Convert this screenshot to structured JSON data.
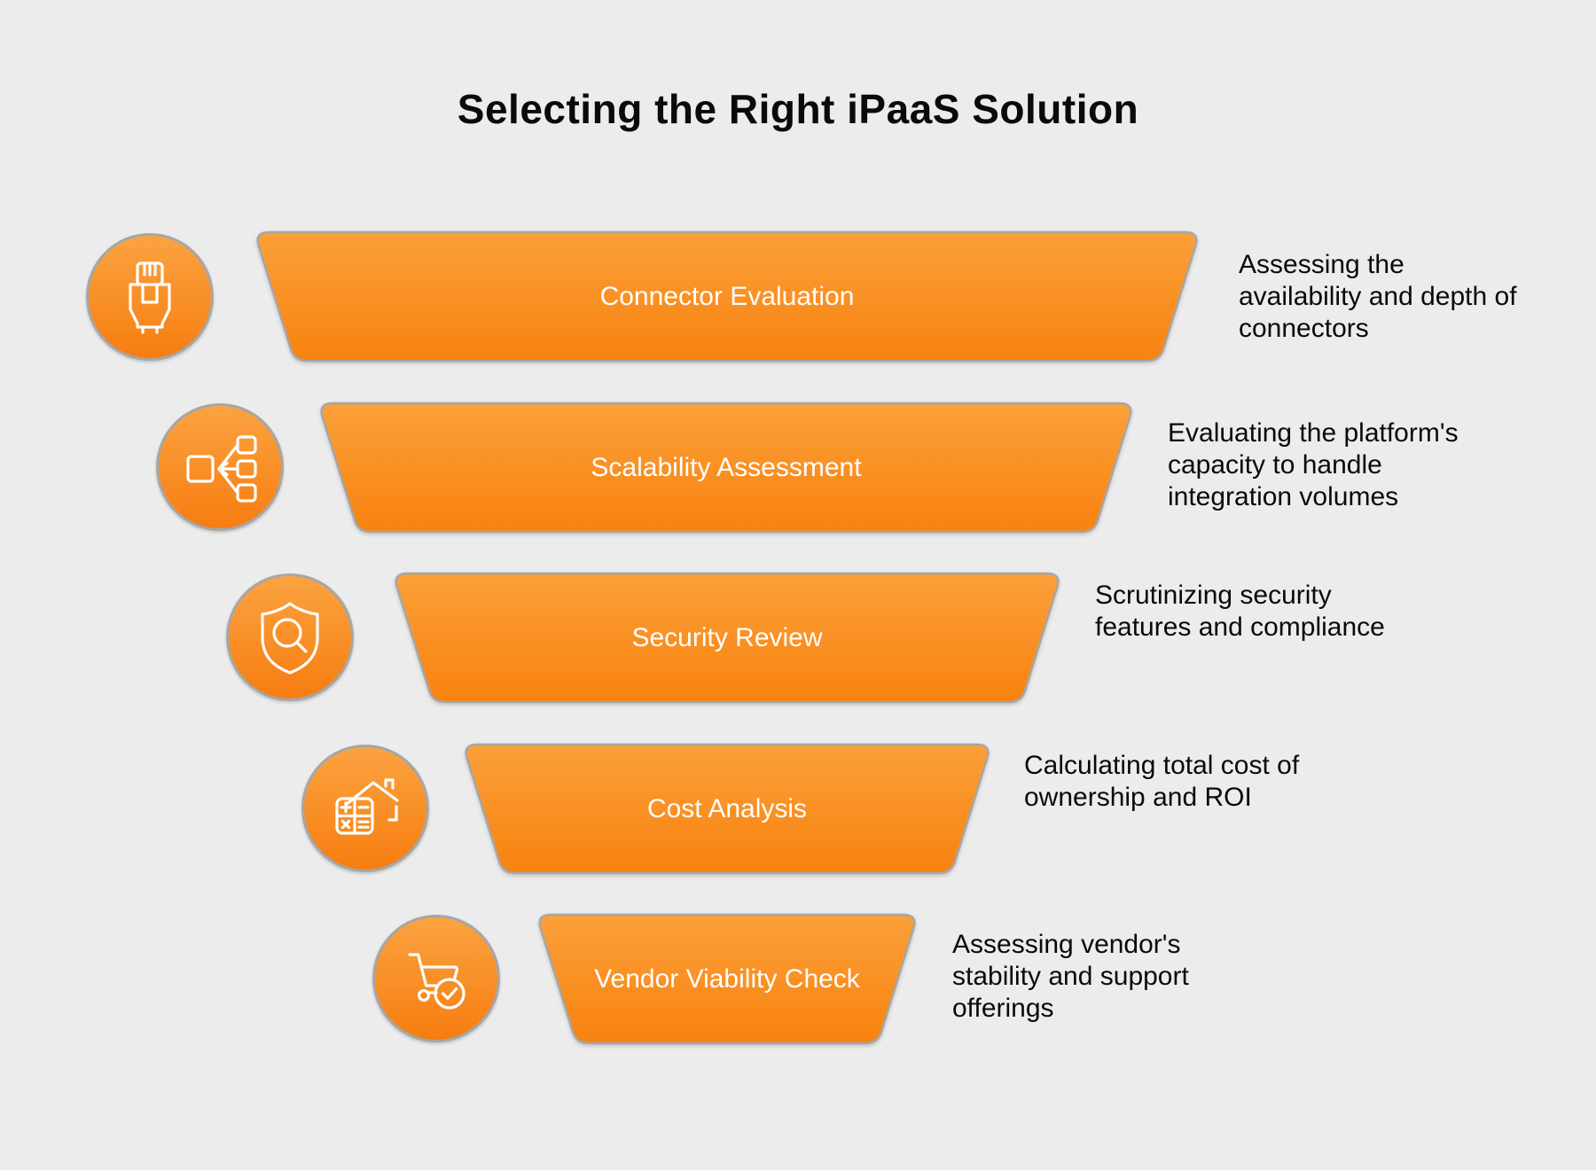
{
  "title": "Selecting the Right iPaaS Solution",
  "stages": [
    {
      "label": "Connector Evaluation",
      "icon": "ethernet-connector",
      "desc_lines": [
        "Assessing the",
        "availability and depth of",
        "connectors"
      ]
    },
    {
      "label": "Scalability Assessment",
      "icon": "flowchart-merge",
      "desc_lines": [
        "Evaluating the platform's",
        "capacity to handle",
        "integration volumes"
      ]
    },
    {
      "label": "Security Review",
      "icon": "shield-magnifier",
      "desc_lines": [
        "Scrutinizing security",
        "features and compliance"
      ]
    },
    {
      "label": "Cost Analysis",
      "icon": "calculator-house",
      "desc_lines": [
        "Calculating total cost of",
        "ownership and ROI"
      ]
    },
    {
      "label": "Vendor Viability Check",
      "icon": "cart-check",
      "desc_lines": [
        "Assessing vendor's",
        "stability and support",
        "offerings"
      ]
    }
  ],
  "colors": {
    "background": "#ececec",
    "bar_gradient_top": "#fba039",
    "bar_gradient_bottom": "#f8820f",
    "shape_border": "#a6a6a6",
    "bar_text": "#ffffff",
    "body_text": "#0a0a0a"
  }
}
